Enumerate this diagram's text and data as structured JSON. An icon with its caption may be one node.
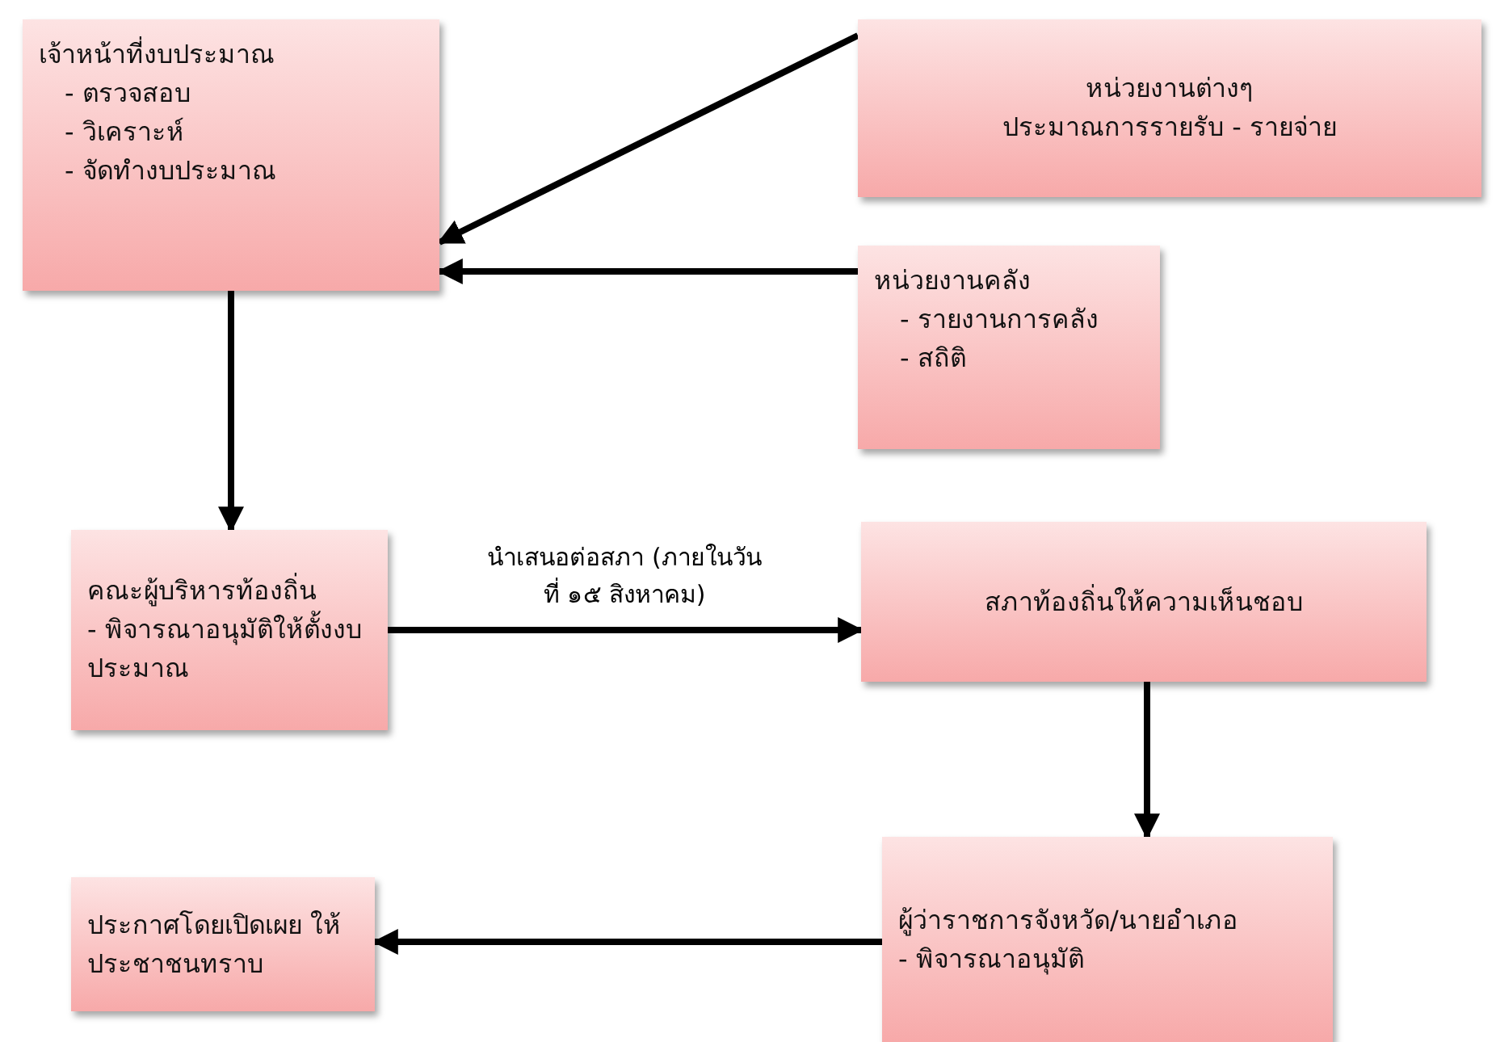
{
  "diagram": {
    "nodes": [
      {
        "text": [
          "เจ้าหน้าที่งบประมาณ",
          "- ตรวจสอบ",
          "- วิเคราะห์",
          "- จัดทำงบประมาณ"
        ]
      },
      {
        "text": [
          "หน่วยงานต่างๆ",
          "ประมาณการรายรับ - รายจ่าย"
        ]
      },
      {
        "text": [
          "หน่วยงานคลัง",
          "- รายงานการคลัง",
          "- สถิติ"
        ]
      },
      {
        "text": [
          "คณะผู้บริหารท้องถิ่น",
          "- พิจารณาอนุมัติให้ตั้งงบประมาณ"
        ]
      },
      {
        "text": [
          "สภาท้องถิ่นให้ความเห็นชอบ"
        ]
      },
      {
        "text": [
          "ผู้ว่าราชการจังหวัด/นายอำเภอ",
          "- พิจารณาอนุมัติ"
        ]
      },
      {
        "text": [
          "ประกาศโดยเปิดเผย ให้ประชาชนทราบ"
        ]
      }
    ],
    "edges": [
      {
        "from": 1,
        "to": 0,
        "arrow": "to"
      },
      {
        "from": 2,
        "to": 0,
        "arrow": "to"
      },
      {
        "from": 0,
        "to": 3,
        "arrow": "to"
      },
      {
        "from": 3,
        "to": 4,
        "arrow": "to",
        "label": "นำเสนอต่อสภา (ภายในวันที่ ๑๕ สิงหาคม)"
      },
      {
        "from": 4,
        "to": 5,
        "arrow": "to"
      },
      {
        "from": 5,
        "to": 6,
        "arrow": "to"
      }
    ]
  }
}
